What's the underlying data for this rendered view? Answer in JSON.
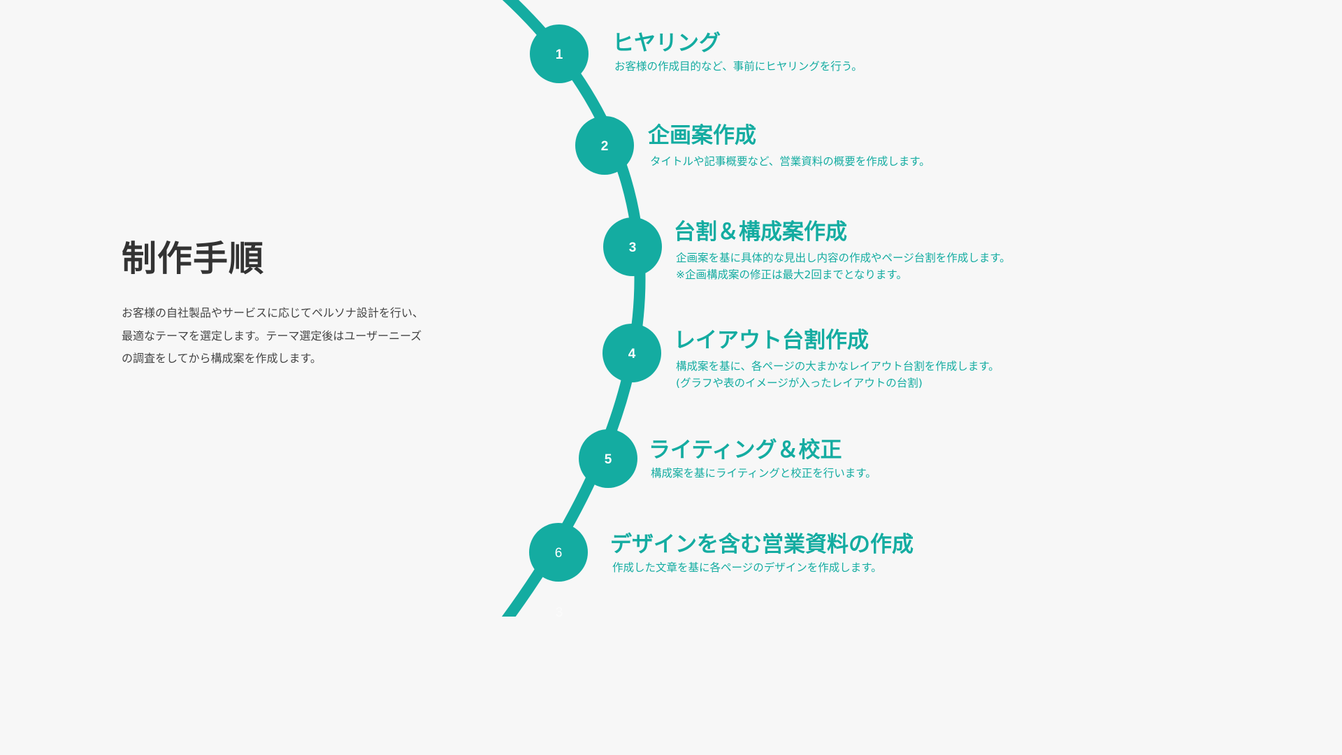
{
  "intro": {
    "title": "制作手順",
    "description_lines": [
      "お客様の自社製品やサービスに応じてペルソナ設計を行い、",
      "最適なテーマを選定します。テーマ選定後はユーザーニーズ",
      "の調査をしてから構成案を作成します。"
    ]
  },
  "colors": {
    "accent": "#14aca1",
    "background": "#f7f7f7",
    "heading": "#333333"
  },
  "steps": [
    {
      "number": "1",
      "title": "ヒヤリング",
      "description_lines": [
        "お客様の作成目的など、事前にヒヤリングを行う。"
      ]
    },
    {
      "number": "2",
      "title": "企画案作成",
      "description_lines": [
        "タイトルや記事概要など、営業資料の概要を作成します。"
      ]
    },
    {
      "number": "3",
      "title": "台割＆構成案作成",
      "description_lines": [
        "企画案を基に具体的な見出し内容の作成やページ台割を作成します。",
        "※企画構成案の修正は最大2回までとなります。"
      ]
    },
    {
      "number": "4",
      "title": "レイアウト台割作成",
      "description_lines": [
        "構成案を基に、各ページの大まかなレイアウト台割を作成します。",
        "(グラフや表のイメージが入ったレイアウトの台割)"
      ]
    },
    {
      "number": "5",
      "title": "ライティング＆校正",
      "description_lines": [
        "構成案を基にライティングと校正を行います。"
      ]
    },
    {
      "number": "6",
      "title": "デザインを含む営業資料の作成",
      "description_lines": [
        "作成した文章を基に各ページのデザインを作成します。"
      ]
    }
  ],
  "faint_label": "3"
}
